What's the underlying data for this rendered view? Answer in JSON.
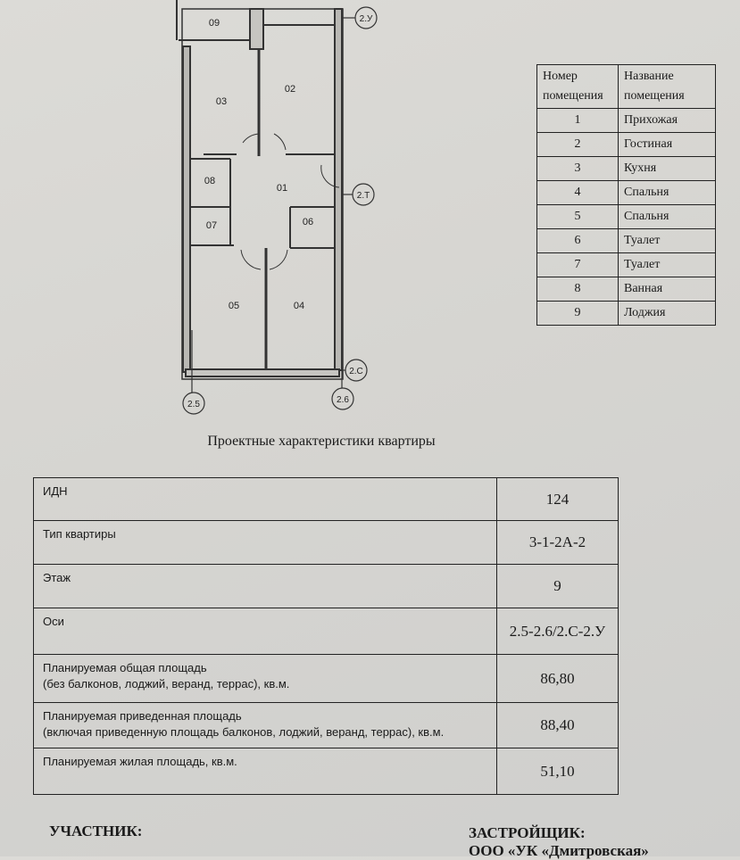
{
  "floor_plan": {
    "rooms": [
      "09",
      "03",
      "02",
      "01",
      "08",
      "07",
      "06",
      "05",
      "04"
    ],
    "axes": [
      "2.У",
      "2.Т",
      "2.С",
      "2.5",
      "2.6"
    ]
  },
  "rooms_table": {
    "headers": [
      "Номер помещения",
      "Название помещения"
    ],
    "rows": [
      {
        "num": "1",
        "name": "Прихожая"
      },
      {
        "num": "2",
        "name": "Гостиная"
      },
      {
        "num": "3",
        "name": "Кухня"
      },
      {
        "num": "4",
        "name": "Спальня"
      },
      {
        "num": "5",
        "name": "Спальня"
      },
      {
        "num": "6",
        "name": "Туалет"
      },
      {
        "num": "7",
        "name": "Туалет"
      },
      {
        "num": "8",
        "name": "Ванная"
      },
      {
        "num": "9",
        "name": "Лоджия"
      }
    ]
  },
  "characteristics": {
    "title": "Проектные характеристики квартиры",
    "rows": [
      {
        "label": "ИДН",
        "value": "124"
      },
      {
        "label": "Тип квартиры",
        "value": "3-1-2А-2"
      },
      {
        "label": "Этаж",
        "value": "9"
      },
      {
        "label": "Оси",
        "value": "2.5-2.6/2.С-2.У"
      },
      {
        "label": "Планируемая общая площадь",
        "label2": "(без балконов, лоджий, веранд, террас), кв.м.",
        "value": "86,80"
      },
      {
        "label": "Планируемая приведенная площадь",
        "label2": "(включая приведенную площадь балконов, лоджий, веранд, террас), кв.м.",
        "value": "88,40"
      },
      {
        "label": "Планируемая жилая площадь, кв.м.",
        "value": "51,10"
      }
    ]
  },
  "signatures": {
    "participant": "УЧАСТНИК:",
    "developer": "ЗАСТРОЙЩИК:",
    "developer_name": "ООО «УК «Дмитровская»"
  }
}
